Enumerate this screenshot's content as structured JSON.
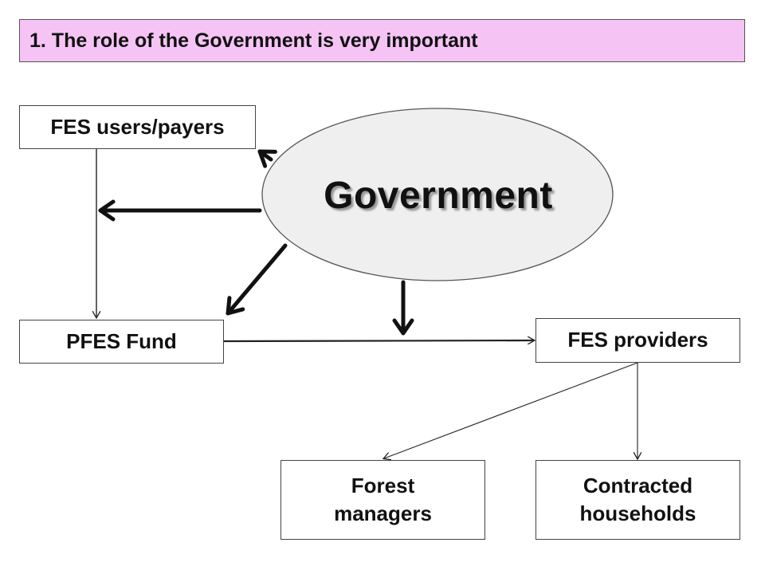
{
  "title": "1. The role of the Government is very important",
  "nodes": {
    "government": "Government",
    "users_payers": "FES users/payers",
    "pfes_fund": "PFES Fund",
    "providers": "FES providers",
    "forest_managers": "Forest\nmanagers",
    "contracted_households": "Contracted\nhouseholds"
  },
  "colors": {
    "title_background": "#f5c4f5",
    "border": "#444444",
    "arrow": "#111111"
  }
}
